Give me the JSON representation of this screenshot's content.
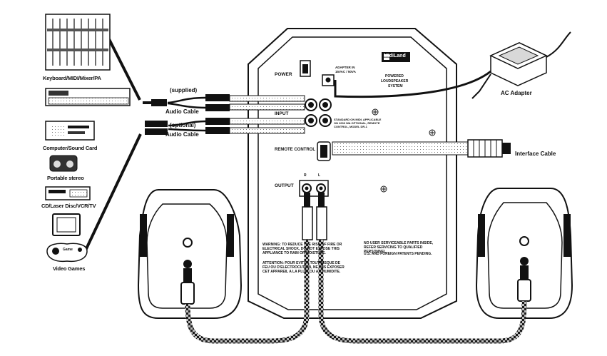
{
  "sources": {
    "keyboard": "Keyboard/MIDI/Mixer/PA",
    "computer": "Computer/Sound Card",
    "portable": "Portable stereo",
    "cd": "CD/Laser Disc/VCR/TV",
    "games": "Video Games"
  },
  "cables": {
    "supplied": "(supplied)",
    "audio_cable_1": "Audio Cable",
    "optional": "(optional)",
    "audio_cable_2": "Audio Cable",
    "interface": "Interface Cable",
    "adapter": "AC Adapter"
  },
  "panel": {
    "brand": "MidiLand",
    "power": "POWER",
    "adapter_in": "ADAPTER IN",
    "adapter_spec": "15VAC / 50VA",
    "title_line1": "POWERED",
    "title_line2": "LOUDSPEAKER",
    "title_line3": "SYSTEM",
    "input": "INPUT",
    "standard_note": "STANDARD ON MIDI. APPLICABLE ON 2000 WA OPTIONAL, REMOTE CONTROL, MODEL DR-1",
    "remote": "REMOTE CONTROL",
    "output": "OUTPUT",
    "out_r": "R",
    "out_l": "L",
    "warning": "WARNING: TO REDUCE THE RISK OF FIRE OR ELECTRICAL SHOCK, DO NOT EXPOSE THIS APPLIANCE TO RAIN OR MOISTURE.",
    "attention": "ATTENTION: POUR EVITER TOUT RISQUE DE FEU OU D'ELECTROCUTION, NE PAS EXPOSER CET APPAREIL A LA PLUIE OU A L'HUMIDITE.",
    "no_user": "NO USER SERVICEABLE PARTS INSIDE, REFER SERVICING TO QUALIFIED PERSONNEL.",
    "patents": "U.S. AND FOREIGN PATENTS PENDING."
  },
  "gamepad_text": "Game"
}
